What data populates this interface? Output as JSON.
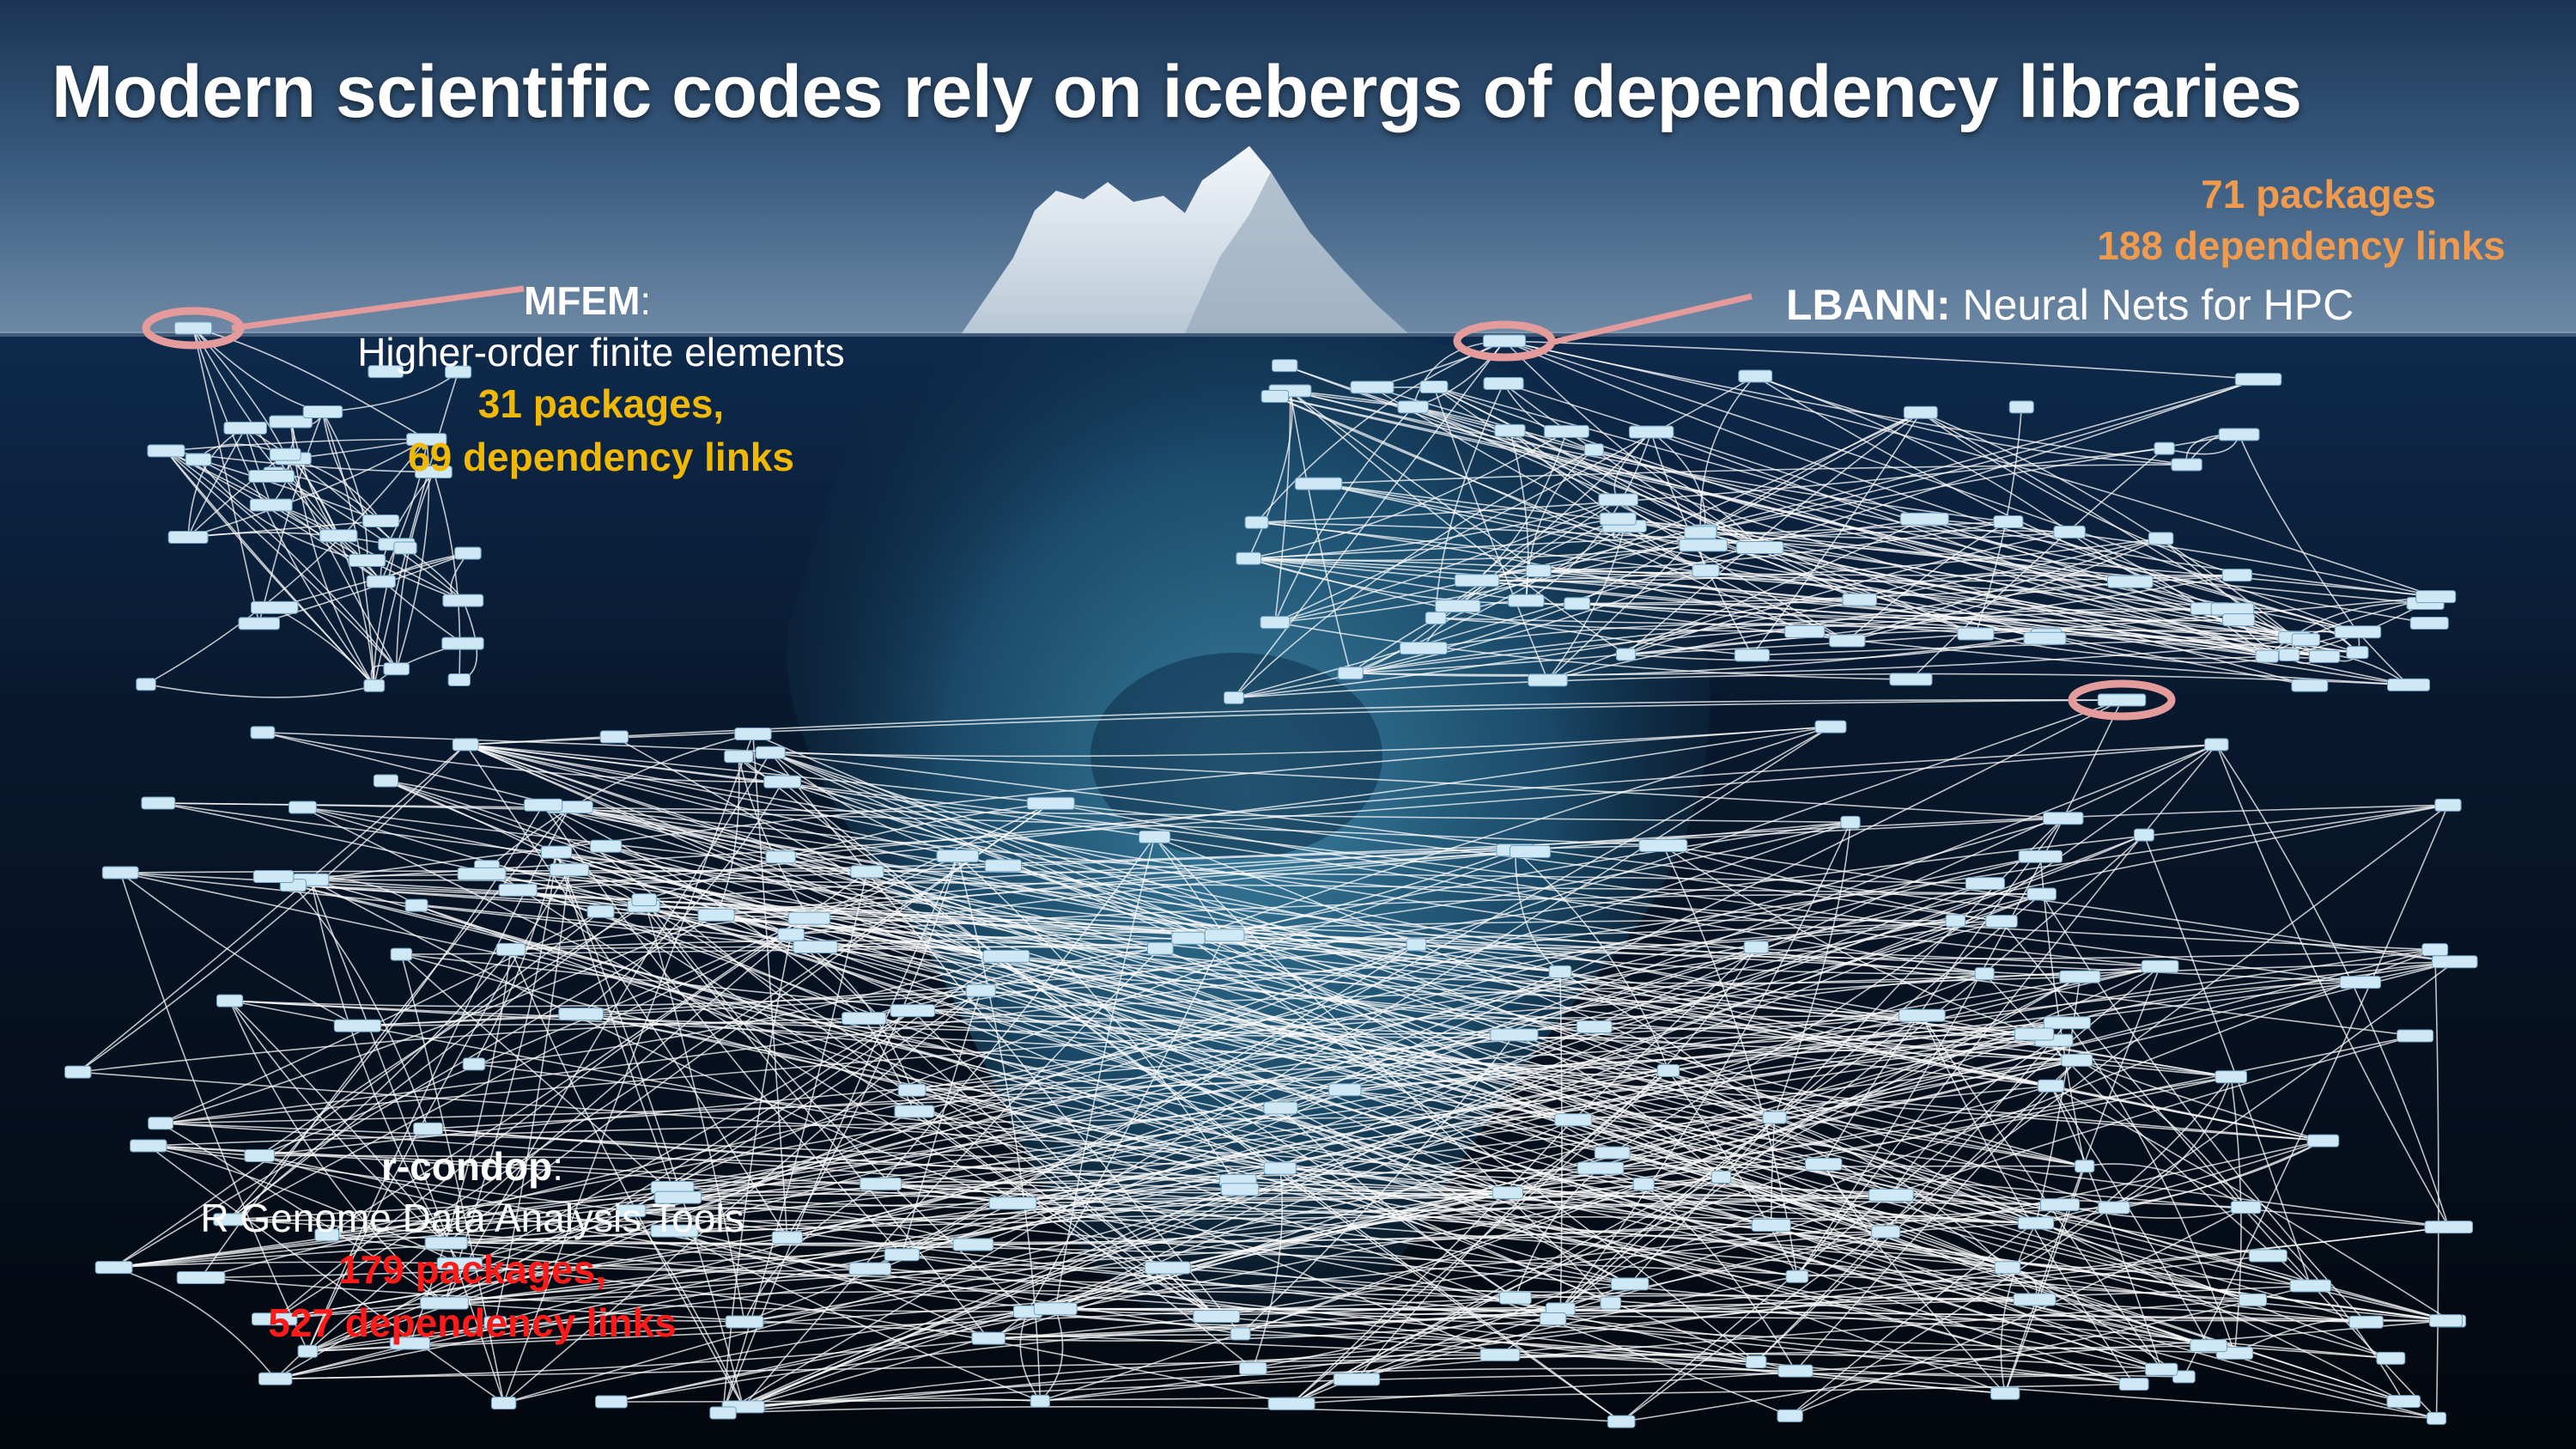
{
  "slide": {
    "title": "Modern scientific codes rely on icebergs of dependency libraries"
  },
  "mfem": {
    "name": "MFEM",
    "suffix": ":",
    "description": "Higher-order finite elements",
    "packages": "31 packages,",
    "links": "69 dependency links",
    "root_node": "mfem",
    "package_count": 31,
    "link_count": 69
  },
  "lbann": {
    "packages": "71 packages",
    "links": "188 dependency links",
    "name": "LBANN:",
    "description": "Neural Nets for HPC",
    "root_node": "lbann",
    "package_count": 71,
    "link_count": 188
  },
  "rcondop": {
    "name": "r-condop",
    "suffix": ":",
    "description": "R Genome Data Analysis Tools",
    "packages": "179 packages,",
    "links": "527 dependency links",
    "root_node": "r-condop",
    "package_count": 179,
    "link_count": 527
  },
  "colors": {
    "sky_top": "#2a4a6e",
    "water": "#0a1d35",
    "ice": "#dfe9f2",
    "node_fill": "#cfe8f6",
    "edge": "#ffffff",
    "highlight_ring": "#e39b9b",
    "lbann_stat": "#f09a4e",
    "mfem_stat": "#f0b800",
    "rcondop_stat": "#ff1a1a"
  },
  "icons": {
    "root_highlight": "ellipse-ring",
    "graph_node": "rounded-rect"
  }
}
